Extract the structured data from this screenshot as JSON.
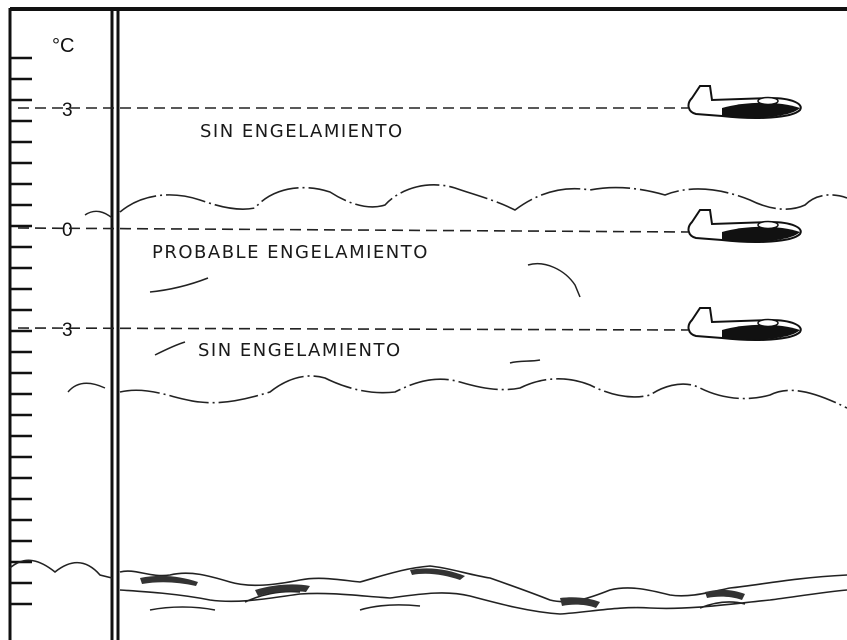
{
  "scale": {
    "unit": "°C",
    "levels": [
      {
        "value": "3",
        "zone": "SIN ENGELAMIENTO"
      },
      {
        "value": "0",
        "zone": "PROBABLE ENGELAMIENTO"
      },
      {
        "value": "3",
        "zone": "SIN ENGELAMIENTO"
      }
    ]
  },
  "colors": {
    "ink": "#111111",
    "paper": "#ffffff"
  },
  "icons": [
    "airplane-icon",
    "cloud-layer",
    "mountain-range"
  ]
}
